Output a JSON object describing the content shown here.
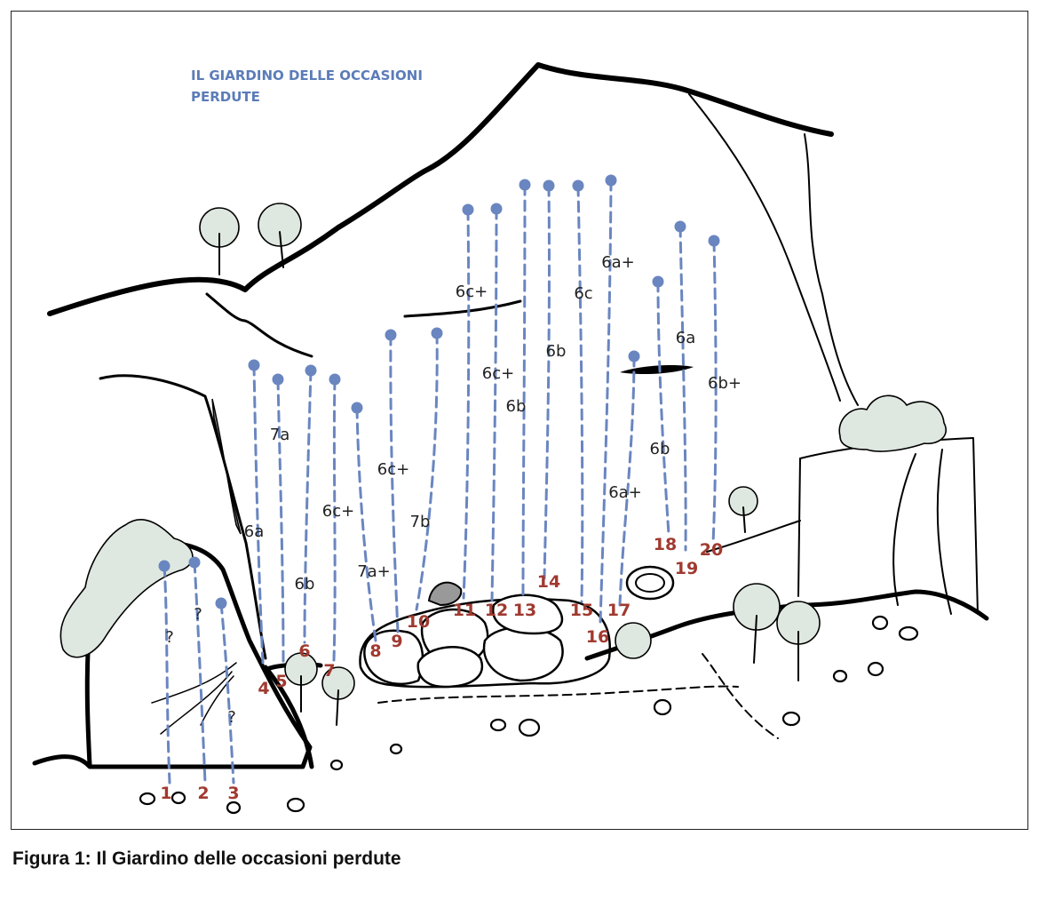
{
  "figure": {
    "title_line1": "IL GIARDINO DELLE OCCASIONI",
    "title_line2": "PERDUTE",
    "caption": "Figura 1: Il Giardino delle occasioni perdute"
  },
  "route_numbers": [
    "1",
    "2",
    "3",
    "4",
    "5",
    "6",
    "7",
    "8",
    "9",
    "10",
    "11",
    "12",
    "13",
    "14",
    "15",
    "16",
    "17",
    "18",
    "19",
    "20"
  ],
  "grades": [
    "?",
    "?",
    "?",
    "6a",
    "7a",
    "6b",
    "6c+",
    "7a+",
    "6c+",
    "7b",
    "6c+",
    "6c+",
    "6b",
    "6b",
    "6c",
    "6a+",
    "6a+",
    "6a",
    "6b",
    "6b+"
  ],
  "colors": {
    "route_line": "#6a86c0",
    "route_number": "#a03a30",
    "title": "#5b7cb8",
    "vegetation": "#dfe8e0"
  }
}
